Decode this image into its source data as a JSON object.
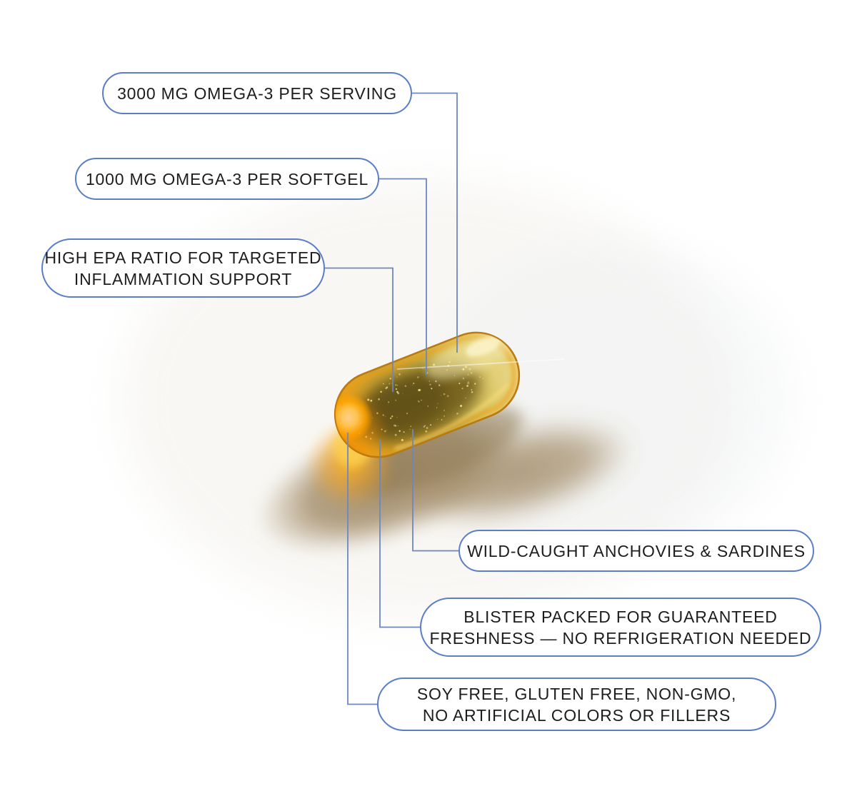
{
  "colors": {
    "callout_border": "#5b7ec6",
    "connector_line": "#6e87bd",
    "text": "#1d1d1d",
    "capsule_gold": "#d3b44a",
    "capsule_rim": "#c07c10",
    "capsule_core": "#6f5d1e",
    "shadow_tan": "#a38c68",
    "background": "#ffffff"
  },
  "capsule": {
    "subject": "omega-3-softgel-capsule"
  },
  "callouts": [
    {
      "id": "serving",
      "lines": [
        "3000 MG OMEGA-3 PER SERVING"
      ]
    },
    {
      "id": "softgel",
      "lines": [
        "1000 MG OMEGA-3 PER SOFTGEL"
      ]
    },
    {
      "id": "epa",
      "lines": [
        "HIGH EPA RATIO FOR TARGETED",
        "INFLAMMATION SUPPORT"
      ]
    },
    {
      "id": "wild-caught",
      "lines": [
        "WILD-CAUGHT ANCHOVIES & SARDINES"
      ]
    },
    {
      "id": "blister",
      "lines": [
        "BLISTER PACKED FOR GUARANTEED",
        "FRESHNESS — NO REFRIGERATION NEEDED"
      ]
    },
    {
      "id": "clean-label",
      "lines": [
        "SOY FREE, GLUTEN FREE, NON-GMO,",
        "NO ARTIFICIAL COLORS OR FILLERS"
      ]
    }
  ]
}
